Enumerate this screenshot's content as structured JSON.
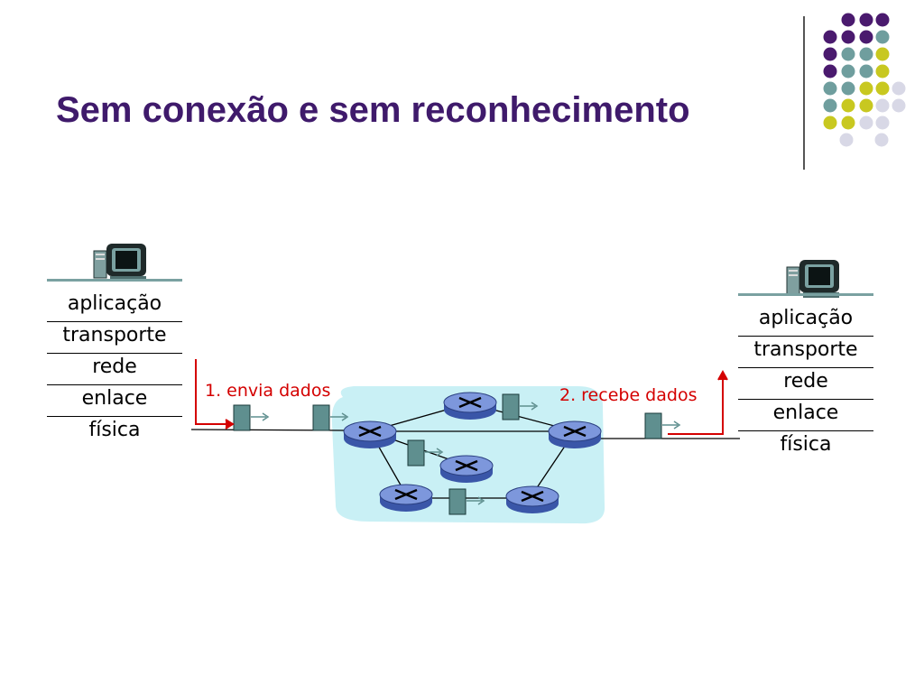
{
  "slide": {
    "title": "Sem conexão e sem reconhecimento"
  },
  "left_host": {
    "layers": [
      "aplicação",
      "transporte",
      "rede",
      "enlace",
      "física"
    ]
  },
  "right_host": {
    "layers": [
      "aplicação",
      "transporte",
      "rede",
      "enlace",
      "física"
    ]
  },
  "annotations": {
    "send": "1. envia dados",
    "receive": "2. recebe dados"
  },
  "colors": {
    "title": "#3f1a6b",
    "arrow": "#d40000",
    "network_cloud": "#c9f0f5",
    "router": "#5a78c8",
    "packet": "#5f8f8f",
    "dot_purple": "#4a1a6e",
    "dot_teal": "#6f9e9e",
    "dot_yellow": "#c8c820",
    "dot_light": "#d8d8e6"
  }
}
